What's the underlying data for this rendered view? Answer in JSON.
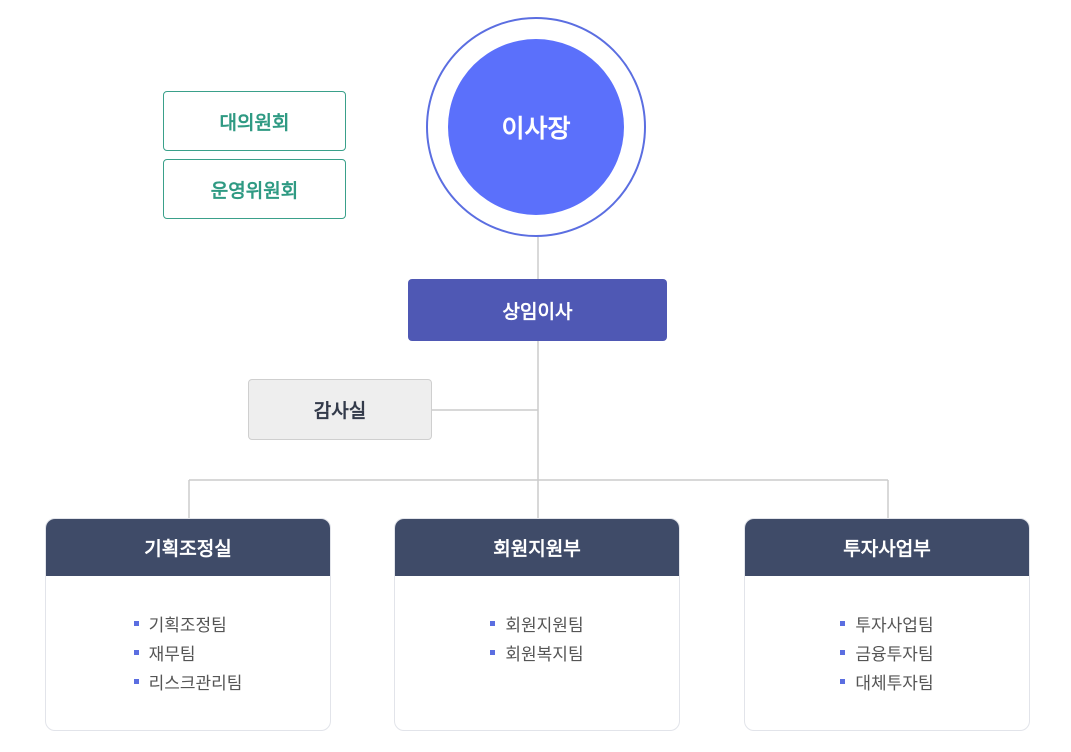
{
  "chairman": "이사장",
  "committees": [
    "대의원회",
    "운영위원회"
  ],
  "executive": "상임이사",
  "audit": "감사실",
  "departments": [
    {
      "name": "기획조정실",
      "teams": [
        "기획조정팀",
        "재무팀",
        "리스크관리팀"
      ]
    },
    {
      "name": "회원지원부",
      "teams": [
        "회원지원팀",
        "회원복지팀"
      ]
    },
    {
      "name": "투자사업부",
      "teams": [
        "투자사업팀",
        "금융투자팀",
        "대체투자팀"
      ]
    }
  ],
  "colors": {
    "chairman_fill": "#5b70fb",
    "chairman_ring": "#5b6ee1",
    "executive": "#4f58b4",
    "department_header": "#3f4b68",
    "committee_text": "#2f9a83",
    "audit_fill": "#eeeeee",
    "bullet": "#5b6ee1"
  }
}
